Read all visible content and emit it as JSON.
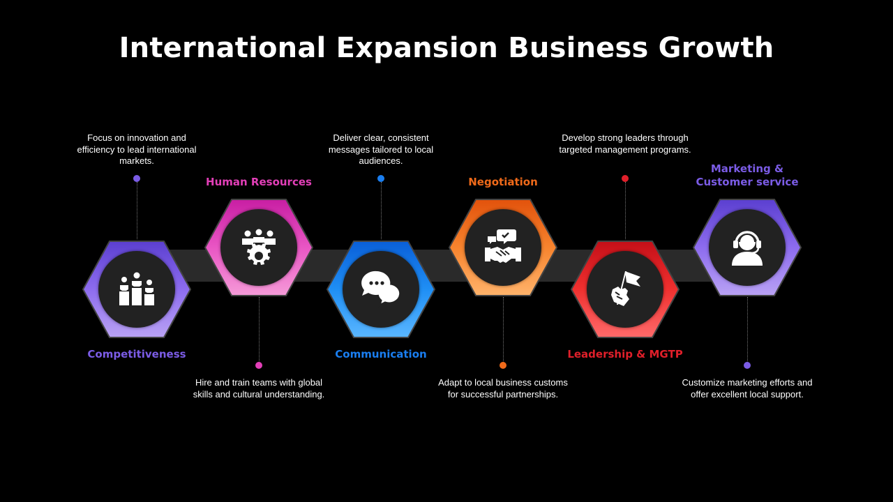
{
  "title": "International Expansion Business Growth",
  "steps": [
    {
      "label": "Competitiveness",
      "description": "Focus on innovation and efficiency to lead international markets.",
      "color": "#7b5ce6",
      "icon": "podium-people-icon"
    },
    {
      "label": "Human Resources",
      "description": "Hire and train teams with global skills and cultural understanding.",
      "color": "#e33fb8",
      "icon": "team-gear-icon"
    },
    {
      "label": "Communication",
      "description": "Deliver clear, consistent messages tailored to local audiences.",
      "color": "#1a7ef0",
      "icon": "chat-bubbles-icon"
    },
    {
      "label": "Negotiation",
      "description": "Adapt to local business customs for successful partnerships.",
      "color": "#f06a1a",
      "icon": "handshake-icon"
    },
    {
      "label": "Leadership & MGTP",
      "description": "Develop strong leaders through targeted management programs.",
      "color": "#e01f2a",
      "icon": "hand-flag-icon"
    },
    {
      "label": "Marketing & Customer service",
      "description": "Customize marketing efforts and offer excellent local support.",
      "color": "#7b5ce6",
      "icon": "headset-agent-icon"
    }
  ]
}
